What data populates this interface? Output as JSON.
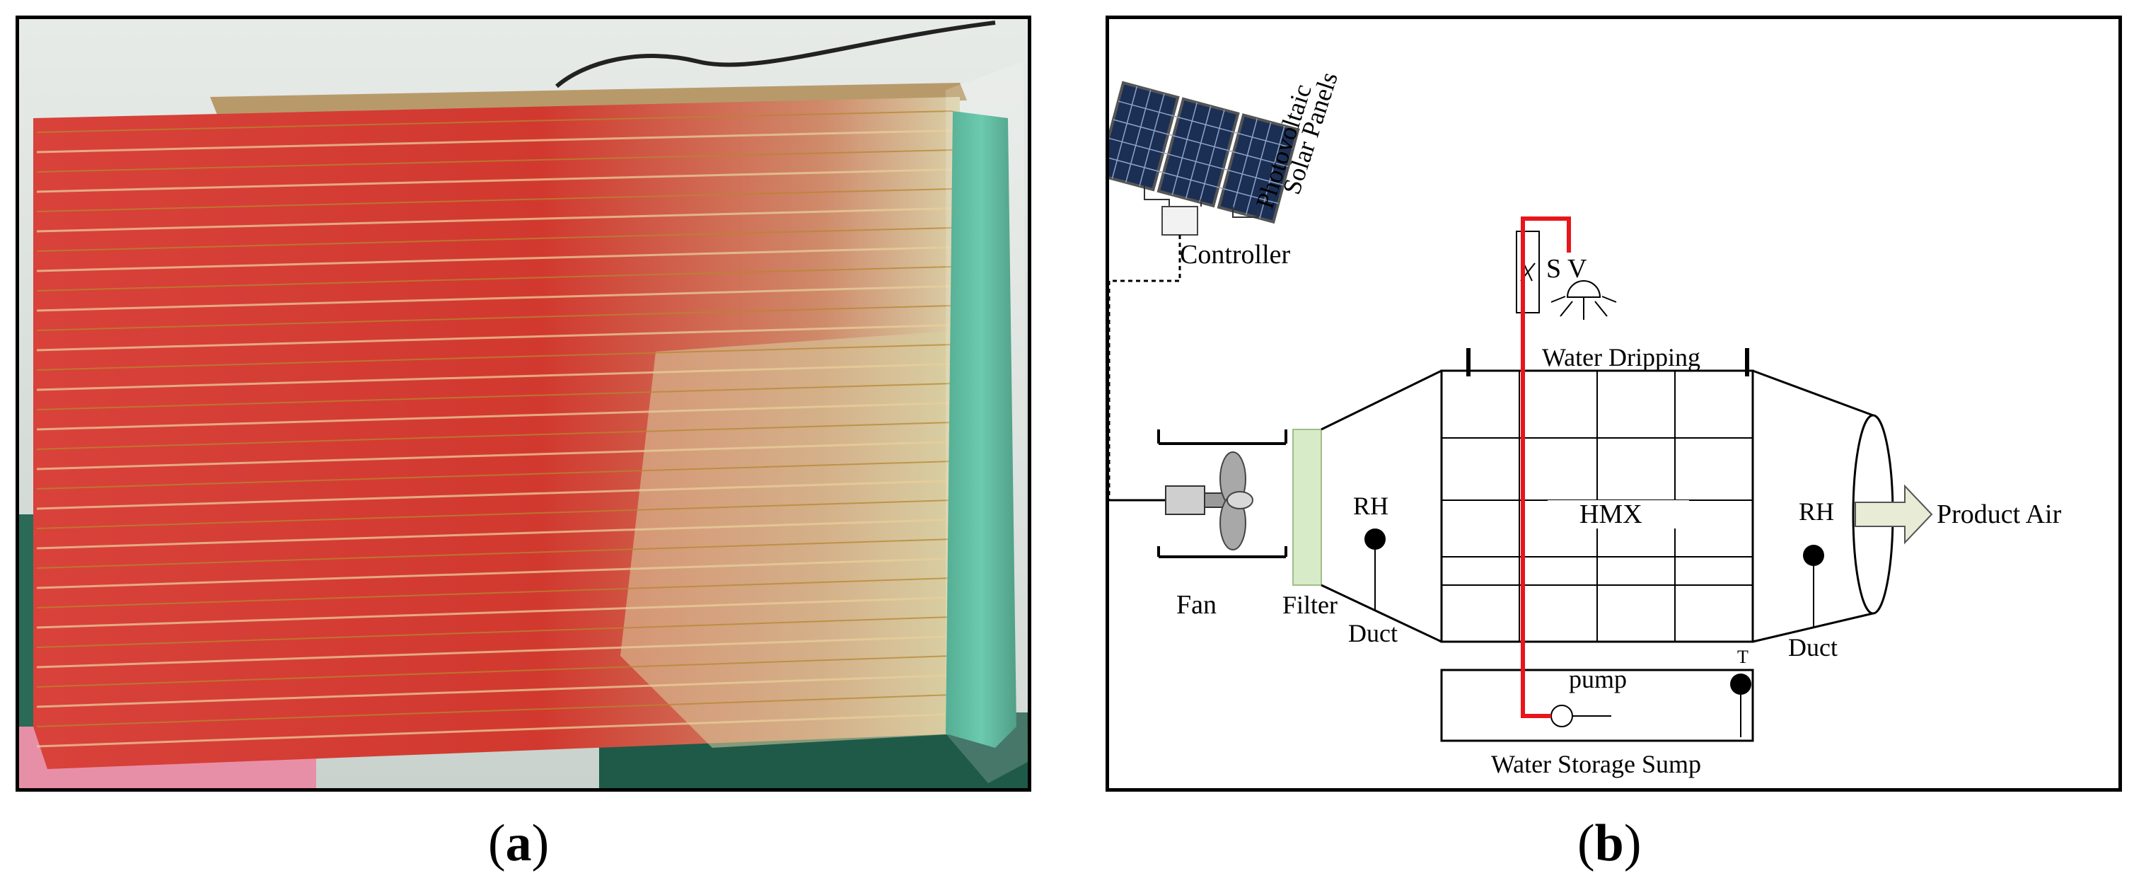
{
  "captions": {
    "a_letter": "a",
    "b_letter": "b",
    "open_paren": "(",
    "close_paren": ")"
  },
  "photo": {
    "subject": "stacked plate humidity exchanger photograph",
    "colors": {
      "plate_red": "#d63b2f",
      "plate_edge": "#c9b37c",
      "foam": "#3fae8f",
      "background_green": "#1e5a4a",
      "tray_pink": "#e58fa6"
    }
  },
  "schematic": {
    "solar_label_line1": "Photovoltaic",
    "solar_label_line2": "Solar Panels",
    "controller": "Controller",
    "sv": "S V",
    "water_dripping": "Water Dripping",
    "hmx": "HMX",
    "rh_left": "RH",
    "rh_right": "RH",
    "product_air": "Product Air",
    "fan": "Fan",
    "filter": "Filter",
    "duct_left": "Duct",
    "duct_right": "Duct",
    "pump": "pump",
    "t_sensor": "T",
    "sump": "Water Storage Sump",
    "colors": {
      "water_line": "#e8151b",
      "filter_fill": "#d7ebc8",
      "arrow_fill": "#e8ecd6"
    }
  }
}
